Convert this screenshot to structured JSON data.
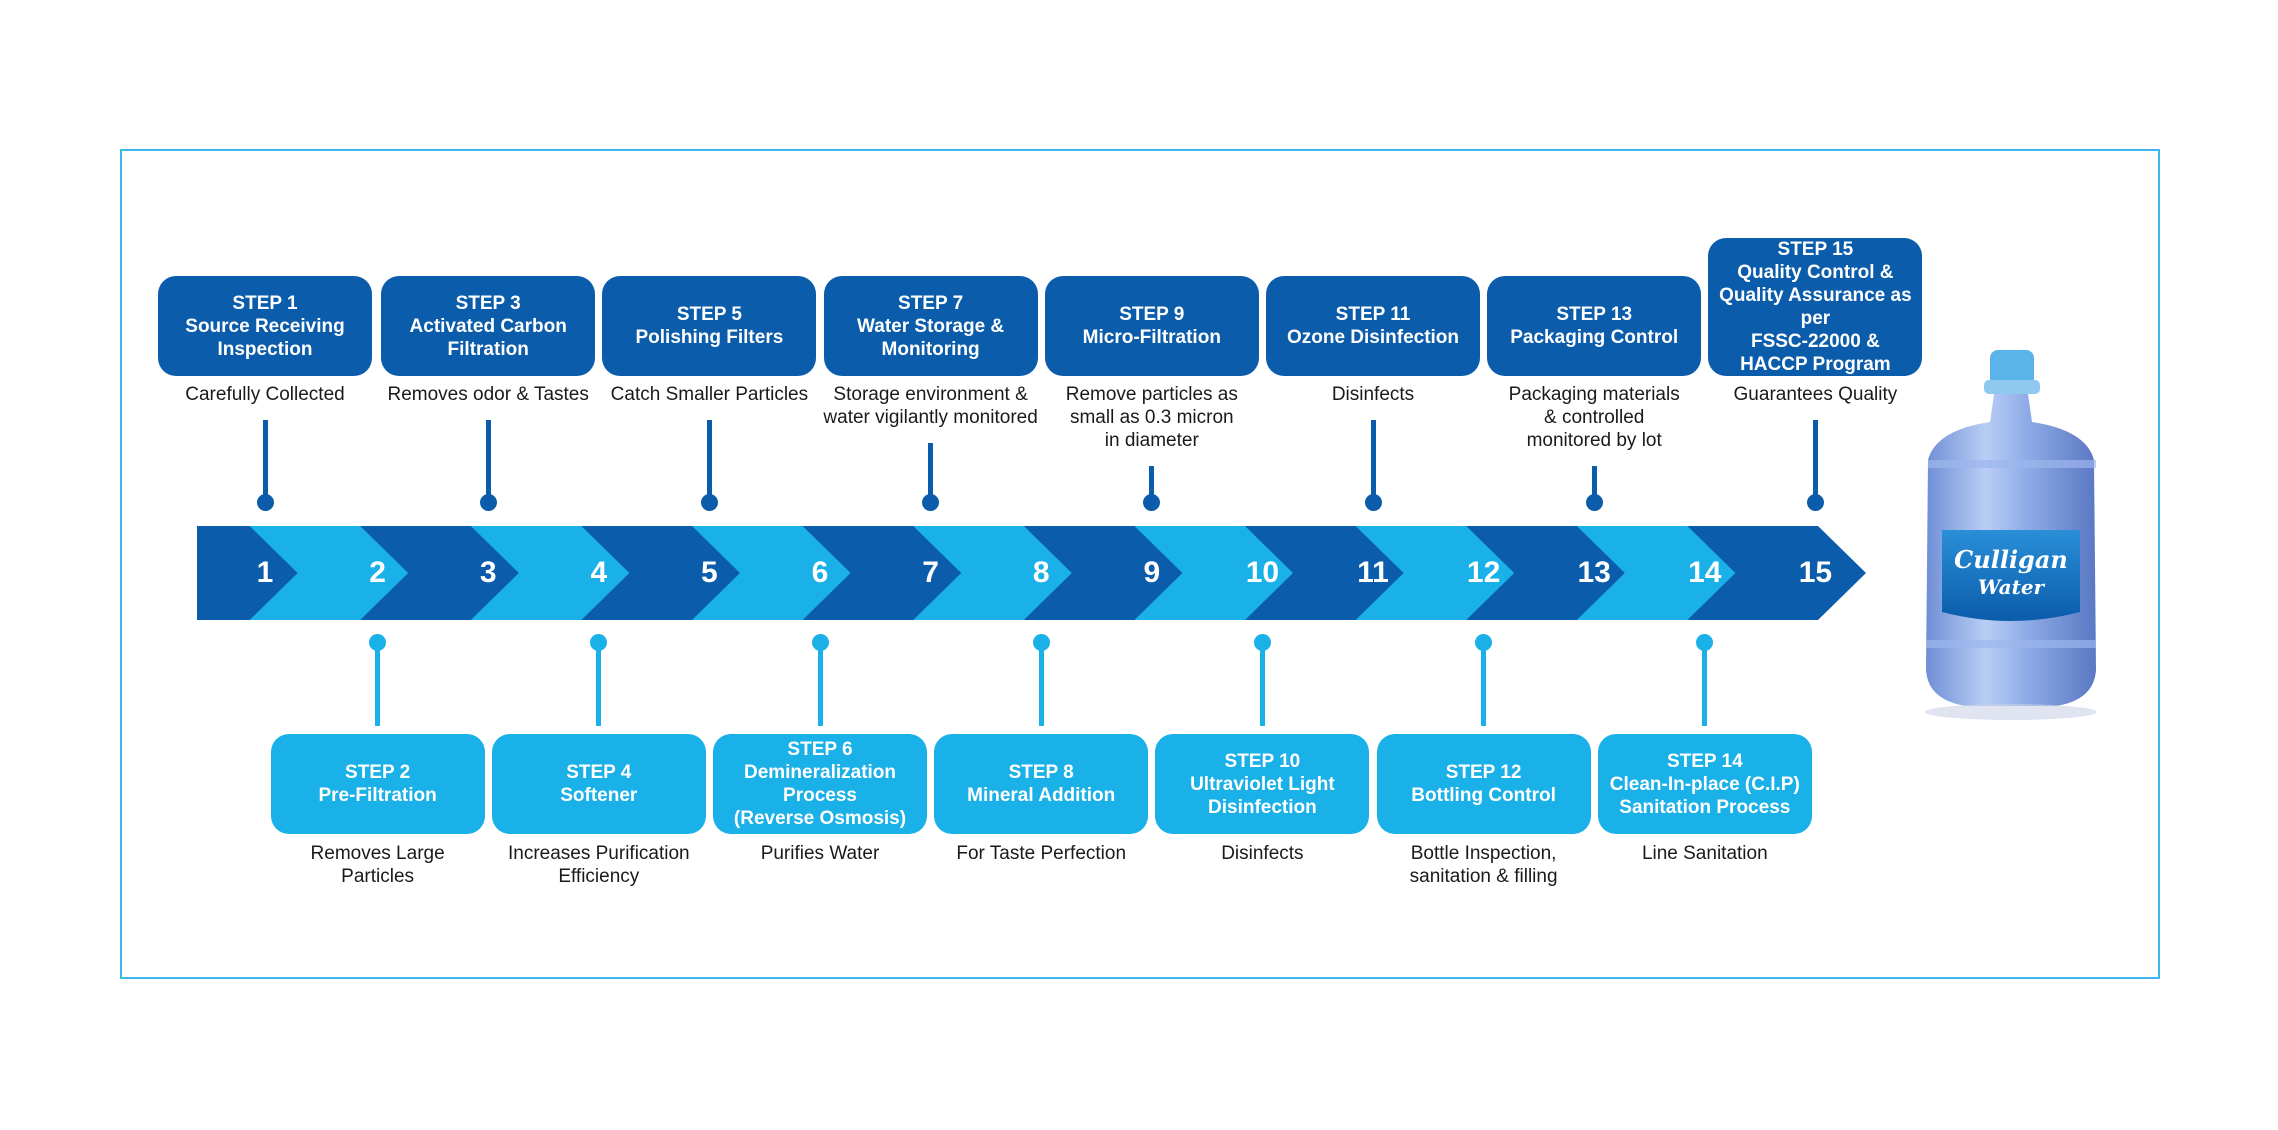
{
  "steps": [
    {
      "num": "1",
      "title": "STEP 1",
      "label": "Source Receiving\nInspection",
      "desc": "Carefully Collected"
    },
    {
      "num": "2",
      "title": "STEP 2",
      "label": "Pre-Filtration",
      "desc": "Removes Large\nParticles"
    },
    {
      "num": "3",
      "title": "STEP 3",
      "label": "Activated Carbon\nFiltration",
      "desc": "Removes odor & Tastes"
    },
    {
      "num": "4",
      "title": "STEP 4",
      "label": "Softener",
      "desc": "Increases Purification\nEfficiency"
    },
    {
      "num": "5",
      "title": "STEP 5",
      "label": "Polishing Filters",
      "desc": "Catch Smaller Particles"
    },
    {
      "num": "6",
      "title": "STEP 6",
      "label": "Demineralization Process\n(Reverse Osmosis)",
      "desc": "Purifies Water"
    },
    {
      "num": "7",
      "title": "STEP 7",
      "label": "Water Storage &\nMonitoring",
      "desc": "Storage environment &\nwater vigilantly monitored"
    },
    {
      "num": "8",
      "title": "STEP 8",
      "label": "Mineral Addition",
      "desc": "For Taste Perfection"
    },
    {
      "num": "9",
      "title": "STEP 9",
      "label": "Micro-Filtration",
      "desc": "Remove particles as\nsmall as 0.3 micron\nin diameter"
    },
    {
      "num": "10",
      "title": "STEP 10",
      "label": "Ultraviolet Light\nDisinfection",
      "desc": "Disinfects"
    },
    {
      "num": "11",
      "title": "STEP 11",
      "label": "Ozone Disinfection",
      "desc": "Disinfects"
    },
    {
      "num": "12",
      "title": "STEP 12",
      "label": "Bottling Control",
      "desc": "Bottle Inspection,\nsanitation & filling"
    },
    {
      "num": "13",
      "title": "STEP 13",
      "label": "Packaging Control",
      "desc": "Packaging materials\n& controlled\nmonitored by lot"
    },
    {
      "num": "14",
      "title": "STEP 14",
      "label": "Clean-In-place (C.I.P)\nSanitation Process",
      "desc": "Line Sanitation"
    },
    {
      "num": "15",
      "title": "STEP 15",
      "label": "Quality Control &\nQuality Assurance as per\nFSSC-22000 &\nHACCP Program",
      "desc": "Guarantees Quality"
    }
  ],
  "bottle": {
    "brand_line1": "Culligan",
    "brand_line2": "Water"
  },
  "colors": {
    "dark": "#0b5cab",
    "light": "#1ab0e8",
    "frame": "#3fb7ea"
  }
}
